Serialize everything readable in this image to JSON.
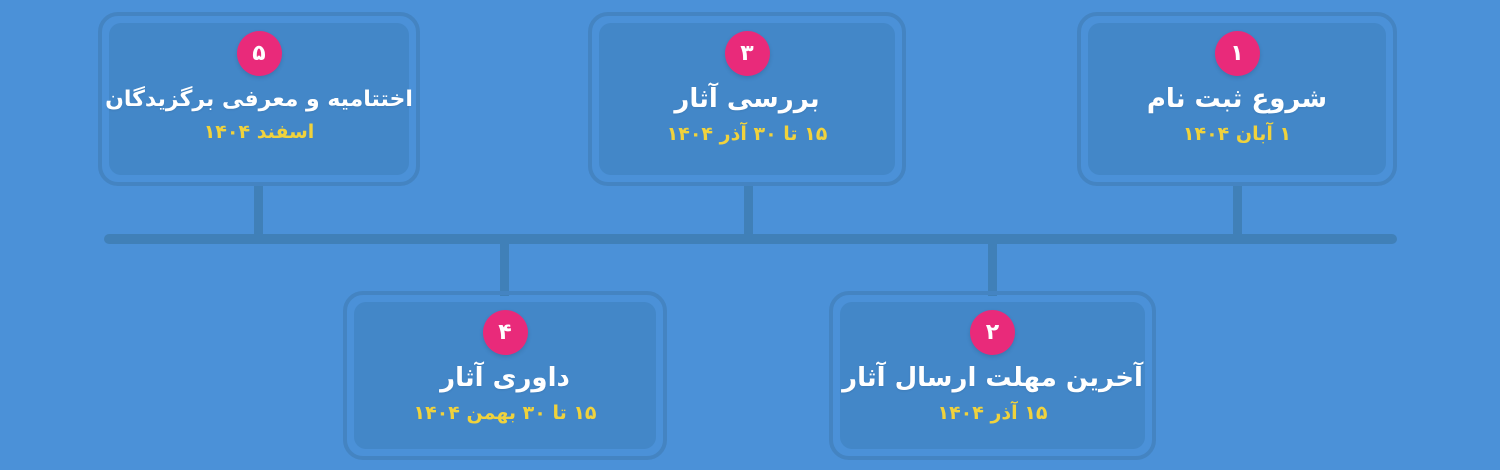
{
  "theme": {
    "background": "#4b91d8",
    "card_fill": "#4387c8",
    "card_border": "#4484c2",
    "connector": "#4080b8",
    "badge_background": "#e92a7a",
    "badge_text": "#ffffff",
    "title_color": "#ffffff",
    "date_color": "#f0d23c"
  },
  "timeline": {
    "direction": "rtl",
    "steps": [
      {
        "number": "۱",
        "title": "شروع ثبت نام",
        "date": "۱ آبان ۱۴۰۴",
        "position": "top"
      },
      {
        "number": "۲",
        "title": "آخرین مهلت ارسال آثار",
        "date": "۱۵ آذر ۱۴۰۴",
        "position": "bottom"
      },
      {
        "number": "۳",
        "title": "بررسی آثار",
        "date": "۱۵ تا ۳۰ آذر ۱۴۰۴",
        "position": "top"
      },
      {
        "number": "۴",
        "title": "داوری آثار",
        "date": "۱۵ تا ۳۰ بهمن ۱۴۰۴",
        "position": "bottom"
      },
      {
        "number": "۵",
        "title": "اختتامیه و معرفی برگزیدگان",
        "date": "اسفند ۱۴۰۴",
        "position": "top"
      }
    ]
  }
}
